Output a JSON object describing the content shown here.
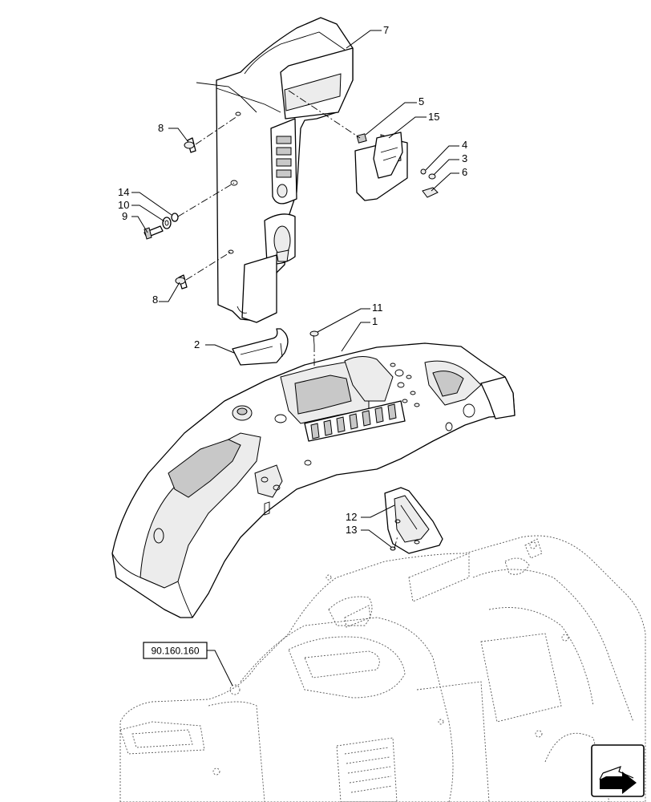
{
  "callouts": {
    "c1": "1",
    "c2": "2",
    "c3": "3",
    "c4": "4",
    "c5": "5",
    "c6": "6",
    "c7": "7",
    "c8a": "8",
    "c8b": "8",
    "c9": "9",
    "c10": "10",
    "c11": "11",
    "c12": "12",
    "c13": "13",
    "c14": "14",
    "c15": "15"
  },
  "reference": "90.160.160",
  "nav_icon": "next-page-arrow-icon"
}
